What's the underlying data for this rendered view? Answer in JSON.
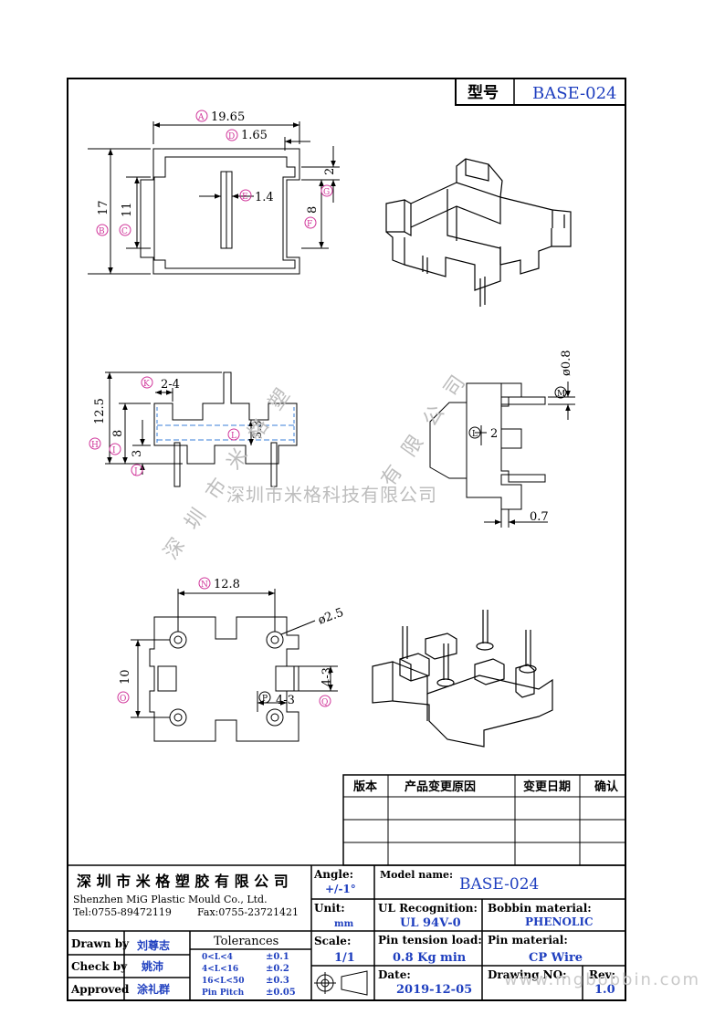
{
  "title_block": {
    "type_label": "型号",
    "type_value": "BASE-024"
  },
  "drawing_labels": {
    "top": {
      "A": "A",
      "A_val": "19.65",
      "D": "D",
      "D_val": "1.65",
      "E": "E",
      "E_val": "1.4",
      "B": "B",
      "B_val": "17",
      "C": "C",
      "C_val": "11",
      "G": "G",
      "G_val": "2",
      "F": "F",
      "F_val": "8"
    },
    "side": {
      "K": "K",
      "K_val": "2-4",
      "H": "H",
      "H_val": "12.5",
      "I": "I",
      "I_val": "8",
      "J": "J",
      "J_val": "3",
      "L": "L",
      "L_val": "3.3"
    },
    "end": {
      "M": "M",
      "M_val": "ø0.8",
      "Lc": "L",
      "Lc_val": "2",
      "bottom_val": "0.7"
    },
    "bottom": {
      "N": "N",
      "N_val": "12.8",
      "O": "O",
      "O_val": "10",
      "dia_val": "ø2.5",
      "P": "P",
      "P_val": "4-3",
      "Q": "Q",
      "Q_val": "4-3"
    }
  },
  "watermark": {
    "horizontal": "深圳市米格科技有限公司",
    "diag1": "深圳市米格塑",
    "diag2": "有限公司",
    "url": "www.mgbobbin.com"
  },
  "revision_table": {
    "headers": [
      "版本",
      "产品变更原因",
      "变更日期",
      "确认"
    ],
    "rows": [
      [
        "",
        "",
        "",
        ""
      ],
      [
        "",
        "",
        "",
        ""
      ],
      [
        "",
        "",
        "",
        ""
      ]
    ]
  },
  "company": {
    "name_cn": "深 圳 市 米 格 塑 胶 有 限 公 司",
    "name_en": "Shenzhen MiG Plastic Mould Co., Ltd.",
    "tel": "Tel:0755-89472119",
    "fax": "Fax:0755-23721421"
  },
  "signatures": {
    "drawn_label": "Drawn by",
    "drawn_value": "刘尊志",
    "check_label": "Check by",
    "check_value": "姚沛",
    "approved_label": "Approved",
    "approved_value": "涂礼群"
  },
  "tolerances": {
    "title": "Tolerances",
    "rows": [
      {
        "range": "0<L<4",
        "tol": "±0.1"
      },
      {
        "range": "4<L<16",
        "tol": "±0.2"
      },
      {
        "range": "16<L<50",
        "tol": "±0.3"
      },
      {
        "range": "Pin Pitch",
        "tol": "±0.05"
      }
    ]
  },
  "specs": {
    "angle_label": "Angle:",
    "angle_value": "+/-1°",
    "unit_label": "Unit:",
    "unit_value": "mm",
    "scale_label": "Scale:",
    "scale_value": "1/1",
    "model_label": "Model name:",
    "model_value": "BASE-024",
    "ul_label": "UL Recognition:",
    "ul_value": "UL 94V-0",
    "bobbin_label": "Bobbin material:",
    "bobbin_value": "PHENOLIC",
    "pin_tension_label": "Pin tension load:",
    "pin_tension_value": "0.8 Kg min",
    "pin_material_label": "Pin material:",
    "pin_material_value": "CP Wire",
    "date_label": "Date:",
    "date_value": "2019-12-05",
    "drawing_no_label": "Drawing NO:",
    "rev_label": "Rev:",
    "rev_value": "1.0"
  }
}
